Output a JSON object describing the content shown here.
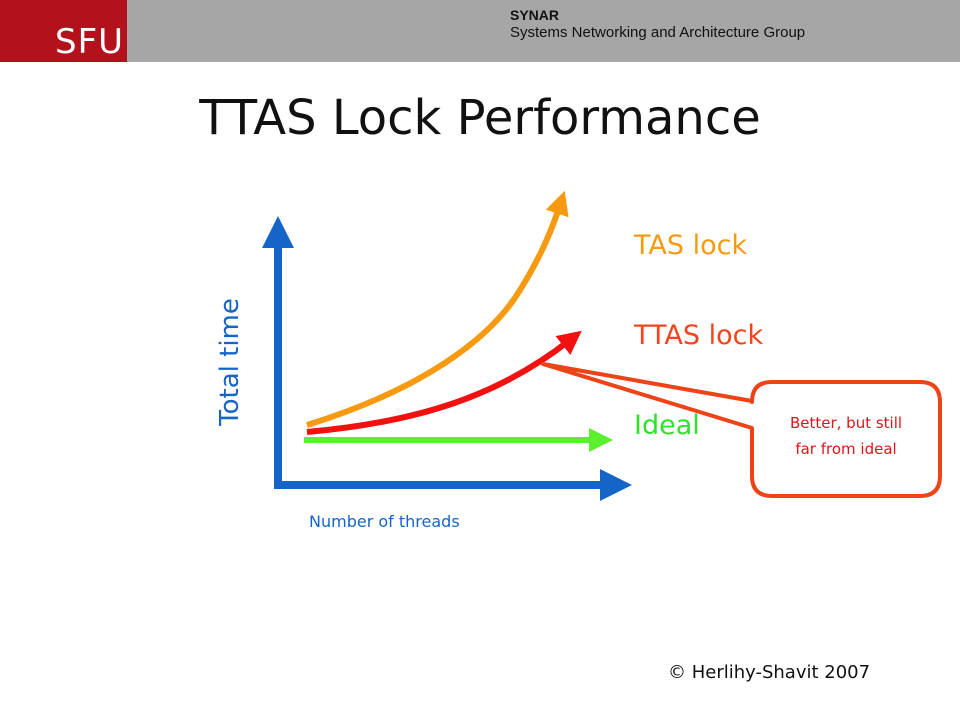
{
  "header": {
    "logo": "SFU",
    "group_name": "SYNAR",
    "group_full": "Systems Networking and Architecture Group",
    "colors": {
      "bar": "#a6a6a6",
      "logo_bg": "#b3121d"
    }
  },
  "slide": {
    "title": "TTAS Lock Performance",
    "copyright": "© Herlihy-Shavit 2007"
  },
  "diagram": {
    "y_axis_label": "Total time",
    "x_axis_label": "Number of threads",
    "series": [
      {
        "name": "TAS lock",
        "color": "#f59a0e",
        "shape": "steep exponential curve"
      },
      {
        "name": "TTAS lock",
        "color": "#f2451c",
        "shape": "moderate exponential curve"
      },
      {
        "name": "Ideal",
        "color": "#2ee22e",
        "shape": "flat horizontal line"
      }
    ],
    "callout": {
      "line1": "Better, but still",
      "line2": "far from ideal",
      "border_color": "#ee4316",
      "text_color": "#e0141a"
    },
    "axis_color": "#1565c8"
  }
}
